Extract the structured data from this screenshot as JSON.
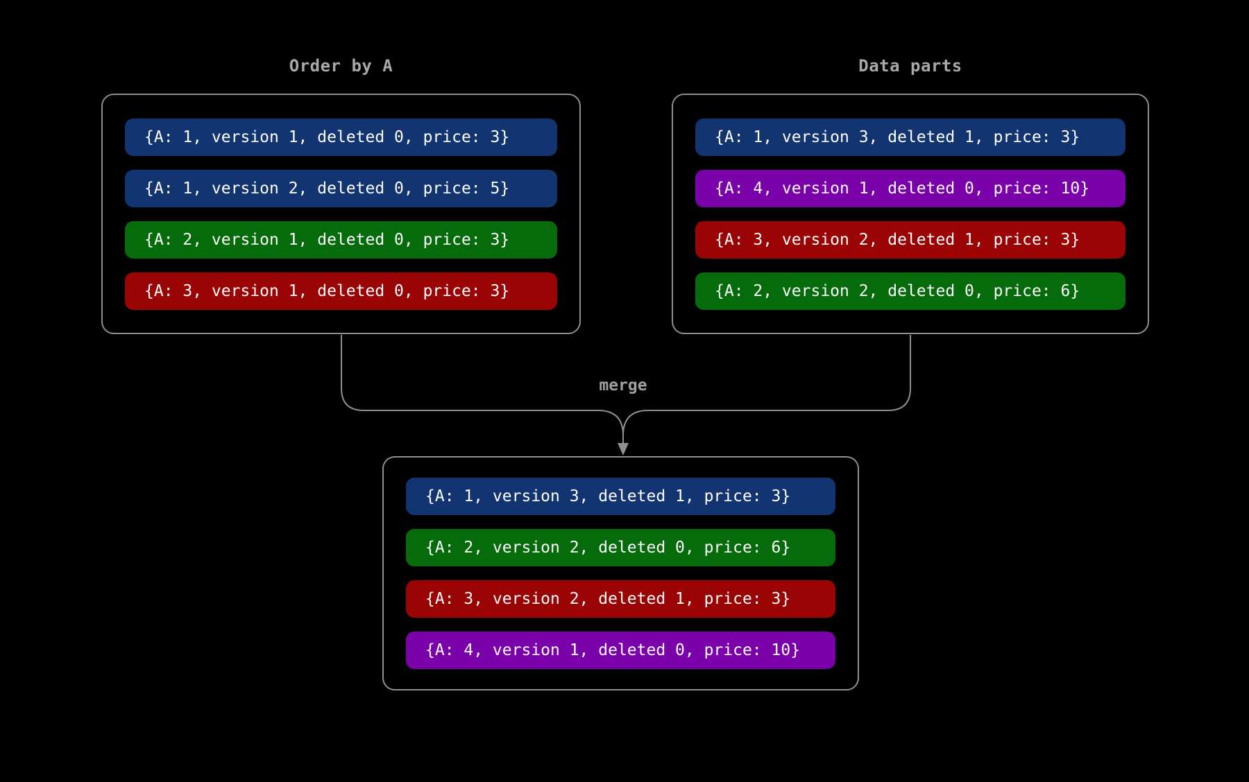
{
  "canvas": {
    "background": "#000000",
    "line_color": "#909090",
    "title_color": "#a9a9a9",
    "row_text_color": "#ffffff"
  },
  "colors": {
    "blue": "#123470",
    "green": "#066c0b",
    "red": "#9a0404",
    "purple": "#7b02ab"
  },
  "left_panel": {
    "title": "Order by A",
    "rows": [
      {
        "text": "{A: 1, version 1, deleted 0, price: 3}",
        "color": "blue"
      },
      {
        "text": "{A: 1, version 2, deleted 0, price: 5}",
        "color": "blue"
      },
      {
        "text": "{A: 2, version 1, deleted 0, price: 3}",
        "color": "green"
      },
      {
        "text": "{A: 3, version 1, deleted 0, price: 3}",
        "color": "red"
      }
    ]
  },
  "right_panel": {
    "title": "Data parts",
    "rows": [
      {
        "text": "{A: 1, version 3, deleted 1, price: 3}",
        "color": "blue"
      },
      {
        "text": "{A: 4, version 1, deleted 0, price: 10}",
        "color": "purple"
      },
      {
        "text": "{A: 3, version 2, deleted 1, price: 3}",
        "color": "red"
      },
      {
        "text": "{A: 2, version 2, deleted 0, price: 6}",
        "color": "green"
      }
    ]
  },
  "merge": {
    "label": "merge"
  },
  "bottom_panel": {
    "rows": [
      {
        "text": "{A: 1, version 3, deleted 1, price: 3}",
        "color": "blue"
      },
      {
        "text": "{A: 2, version 2, deleted 0, price: 6}",
        "color": "green"
      },
      {
        "text": "{A: 3, version 2, deleted 1, price: 3}",
        "color": "red"
      },
      {
        "text": "{A: 4, version 1, deleted 0, price: 10}",
        "color": "purple"
      }
    ]
  }
}
